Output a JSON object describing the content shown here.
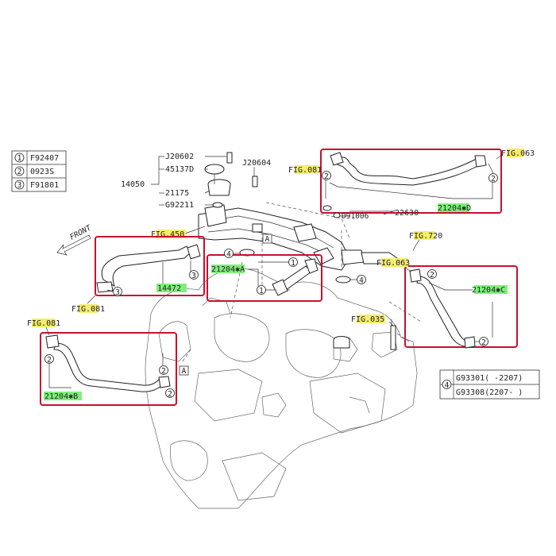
{
  "legend_top": [
    {
      "num": "1",
      "code": "F92407"
    },
    {
      "num": "2",
      "code": "0923S"
    },
    {
      "num": "3",
      "code": "F91801"
    }
  ],
  "legend_bottom": {
    "num": "4",
    "rows": [
      "G93301(  -2207)",
      "G93308(2207-  )"
    ]
  },
  "labels": {
    "j20602": "J20602",
    "p45137d": "45137D",
    "p14050": "14050",
    "p21175": "21175",
    "g92211": "G92211",
    "j20604": "J20604",
    "fig450": "FIG.450",
    "front": "FRONT",
    "p14472": "14472",
    "fig081_a": "FIG.081",
    "fig081_b": "FIG.081",
    "fig081_c": "FIG.081",
    "fig063_a": "FIG.063",
    "fig063_b": "FIG.063",
    "fig720": "FIG.720",
    "fig035": "FIG.035",
    "p21204a": "21204✱A",
    "p21204b": "21204✱B",
    "p21204c": "21204✱C",
    "p21204d": "21204✱D",
    "p22630": "22630",
    "d91006": "D91006",
    "ref_a": "A",
    "ref_a2": "A",
    "c1a": "1",
    "c1b": "1",
    "c2a": "2",
    "c2b": "2",
    "c2c": "2",
    "c2d": "2",
    "c2e": "2",
    "c2f": "2",
    "c2g": "2",
    "c3a": "3",
    "c3b": "3",
    "c4a": "4",
    "c4b": "4"
  },
  "colors": {
    "highlight_yellow": "#f6ee6a",
    "highlight_green": "#7ef07a",
    "frame_red": "#c8102e"
  }
}
